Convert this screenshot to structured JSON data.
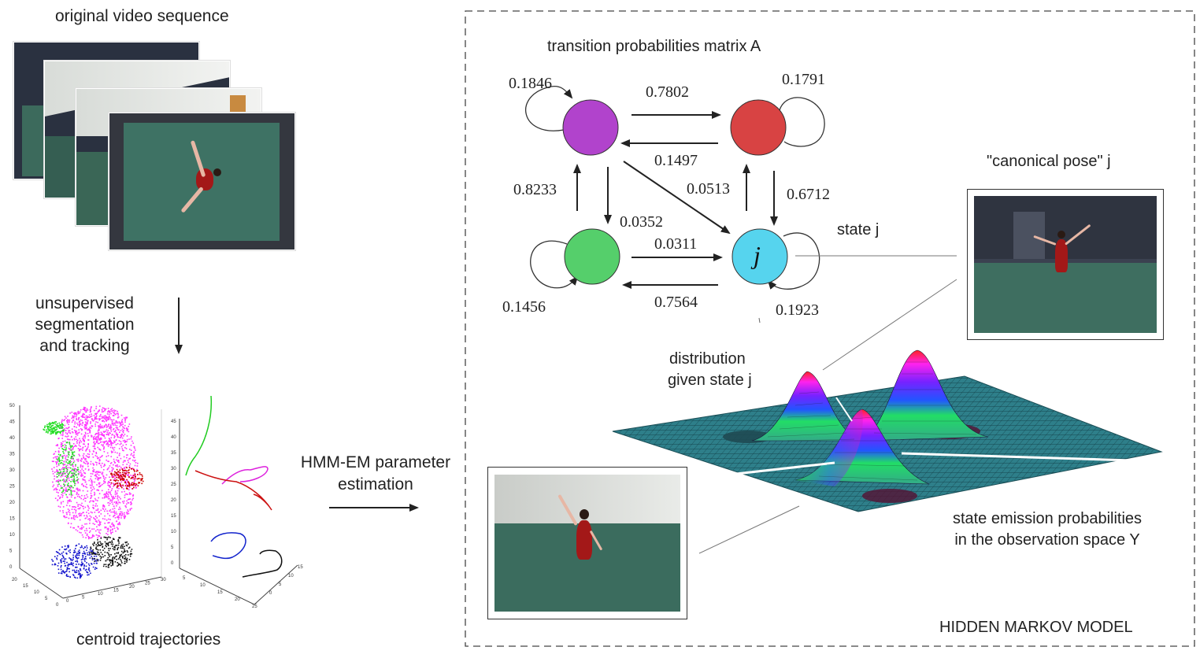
{
  "labels": {
    "original_video": "original video sequence",
    "segmentation": [
      "unsupervised",
      "segmentation",
      "and tracking"
    ],
    "centroid": "centroid trajectories",
    "hmm_em": [
      "HMM-EM parameter",
      "estimation"
    ],
    "transition_matrix": "transition probabilities matrix A",
    "state_j": "state j",
    "canonical_pose": "\"canonical pose\" j",
    "distribution": [
      "distribution",
      "given state j"
    ],
    "emission": [
      "state emission probabilities",
      "in the observation space Y"
    ],
    "hmm_title": "HIDDEN MARKOV MODEL",
    "node_j": "j"
  },
  "probabilities": {
    "purple_self": "0.1846",
    "purple_to_red": "0.7802",
    "red_self": "0.1791",
    "red_to_purple": "0.1497",
    "green_to_purple": "0.8233",
    "purple_to_green": "0.0352",
    "cyan_to_red": "0.0513",
    "red_to_cyan": "0.6712",
    "green_to_cyan": "0.0311",
    "cyan_to_green": "0.7564",
    "green_self": "0.1456",
    "cyan_self": "0.1923"
  },
  "colors": {
    "purple": "#b143cc",
    "red": "#d84343",
    "green": "#55cf6b",
    "cyan": "#56d4ee",
    "scatter_magenta": "#ff33ff",
    "scatter_green": "#22dd22",
    "scatter_red": "#cc0000",
    "scatter_blue": "#1111cc",
    "scatter_black": "#111111"
  },
  "plot_ticks": {
    "scatter_y": [
      "50",
      "45",
      "40",
      "35",
      "30",
      "25",
      "20",
      "15",
      "10",
      "5",
      "0"
    ],
    "scatter_x1": [
      "20",
      "15",
      "10",
      "5",
      "0"
    ],
    "scatter_x2": [
      "0",
      "5",
      "10",
      "15",
      "20",
      "25",
      "30"
    ],
    "traj_y": [
      "45",
      "40",
      "35",
      "30",
      "25",
      "20",
      "15",
      "10",
      "5",
      "0"
    ],
    "traj_x1": [
      "5",
      "10",
      "15",
      "20",
      "25"
    ],
    "traj_x2": [
      "15",
      "10",
      "5",
      "0"
    ]
  }
}
